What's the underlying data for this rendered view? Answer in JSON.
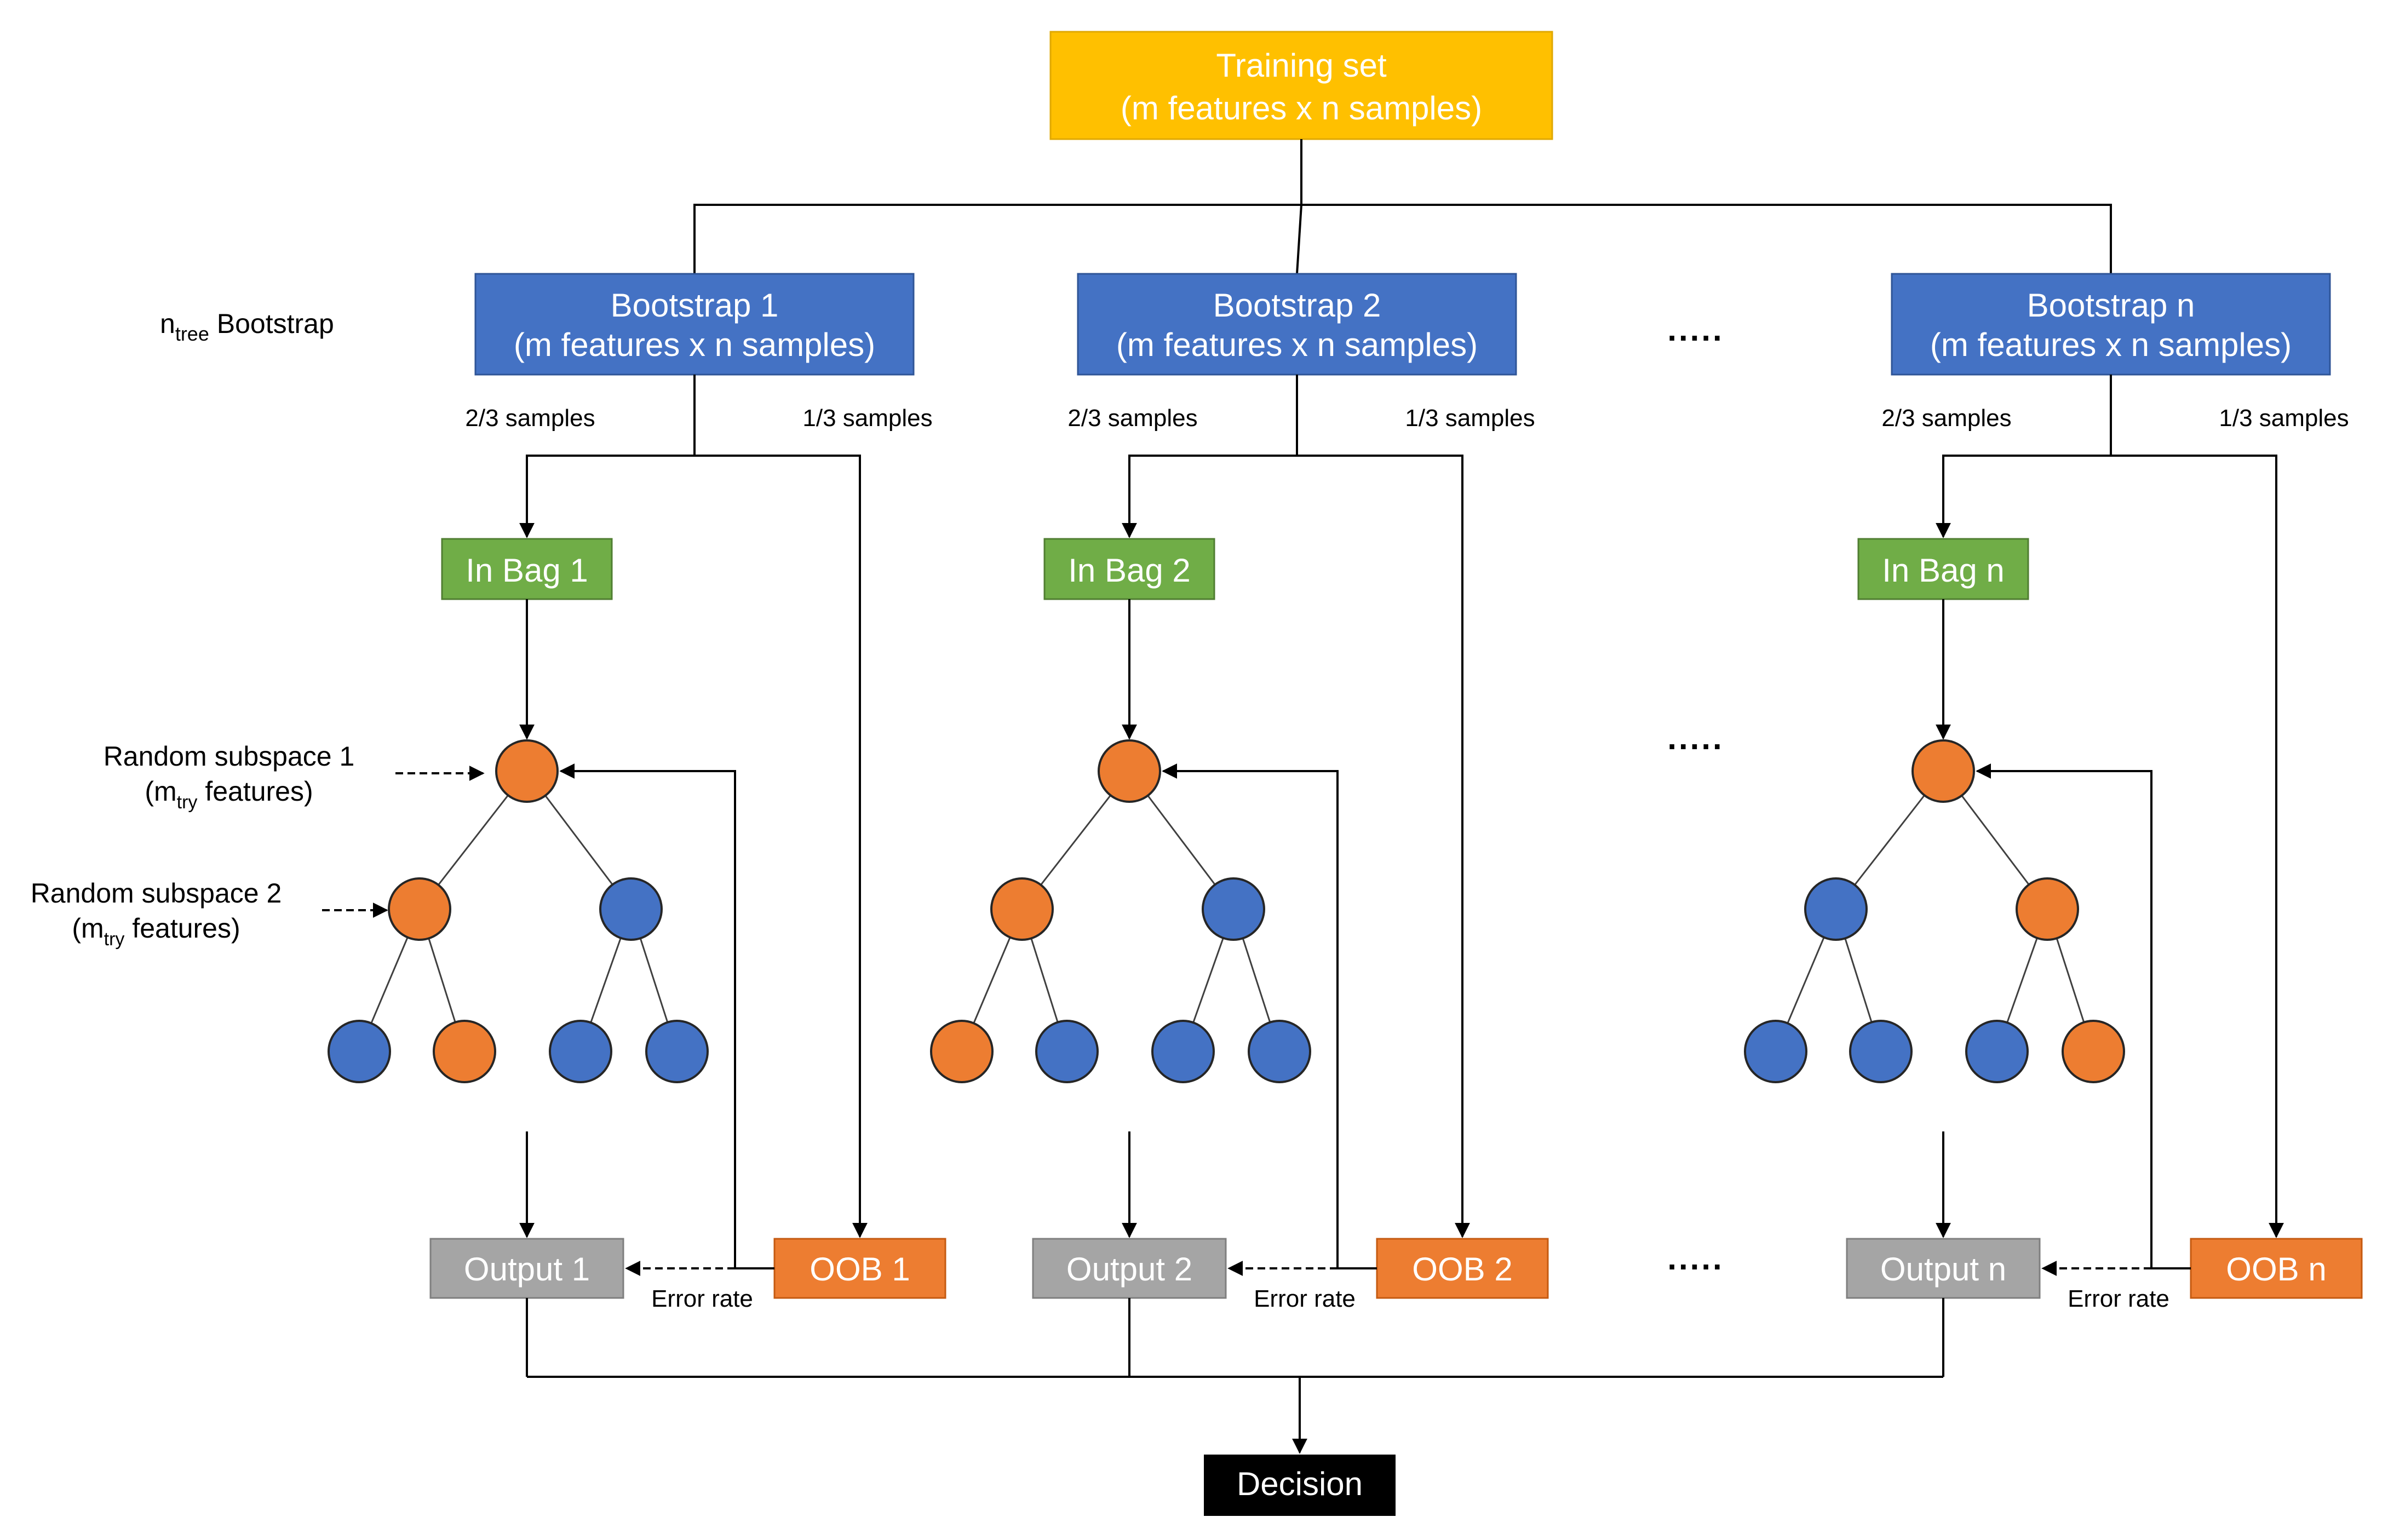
{
  "colors": {
    "training": "#FFC000",
    "bootstrap": "#4472C4",
    "in_bag": "#70AD47",
    "oob": "#ED7D31",
    "output": "#A5A5A5",
    "decision": "#000000",
    "node_orange": "#ED7D31",
    "node_blue": "#4472C4"
  },
  "training_set": {
    "line1": "Training set",
    "line2": "(m features x n samples)"
  },
  "ntree_label": {
    "main": "n",
    "sub": "tree",
    "rest": " Bootstrap"
  },
  "decision": "Decision",
  "ellipsis": ".....",
  "bootstraps": [
    {
      "title": "Bootstrap 1",
      "subtitle": "(m features x n samples)",
      "in_split": "2/3 samples",
      "out_split": "1/3 samples",
      "in_bag": "In Bag 1",
      "oob": "OOB 1",
      "output": "Output 1",
      "error": "Error rate",
      "tree": [
        "orange",
        "orange",
        "blue",
        "blue",
        "orange",
        "blue",
        "blue"
      ]
    },
    {
      "title": "Bootstrap 2",
      "subtitle": "(m features x n samples)",
      "in_split": "2/3 samples",
      "out_split": "1/3 samples",
      "in_bag": "In Bag 2",
      "oob": "OOB 2",
      "output": "Output 2",
      "error": "Error rate",
      "tree": [
        "orange",
        "orange",
        "blue",
        "orange",
        "blue",
        "blue",
        "blue"
      ]
    },
    {
      "title": "Bootstrap n",
      "subtitle": "(m features x n samples)",
      "in_split": "2/3 samples",
      "out_split": "1/3 samples",
      "in_bag": "In Bag n",
      "oob": "OOB n",
      "output": "Output n",
      "error": "Error rate",
      "tree": [
        "orange",
        "blue",
        "orange",
        "blue",
        "blue",
        "blue",
        "orange"
      ]
    }
  ],
  "subspaces": [
    {
      "line1": "Random subspace 1",
      "pre": "(m",
      "sub": "try",
      "post": " features)"
    },
    {
      "line1": "Random subspace 2",
      "pre": "(m",
      "sub": "try",
      "post": " features)"
    }
  ]
}
